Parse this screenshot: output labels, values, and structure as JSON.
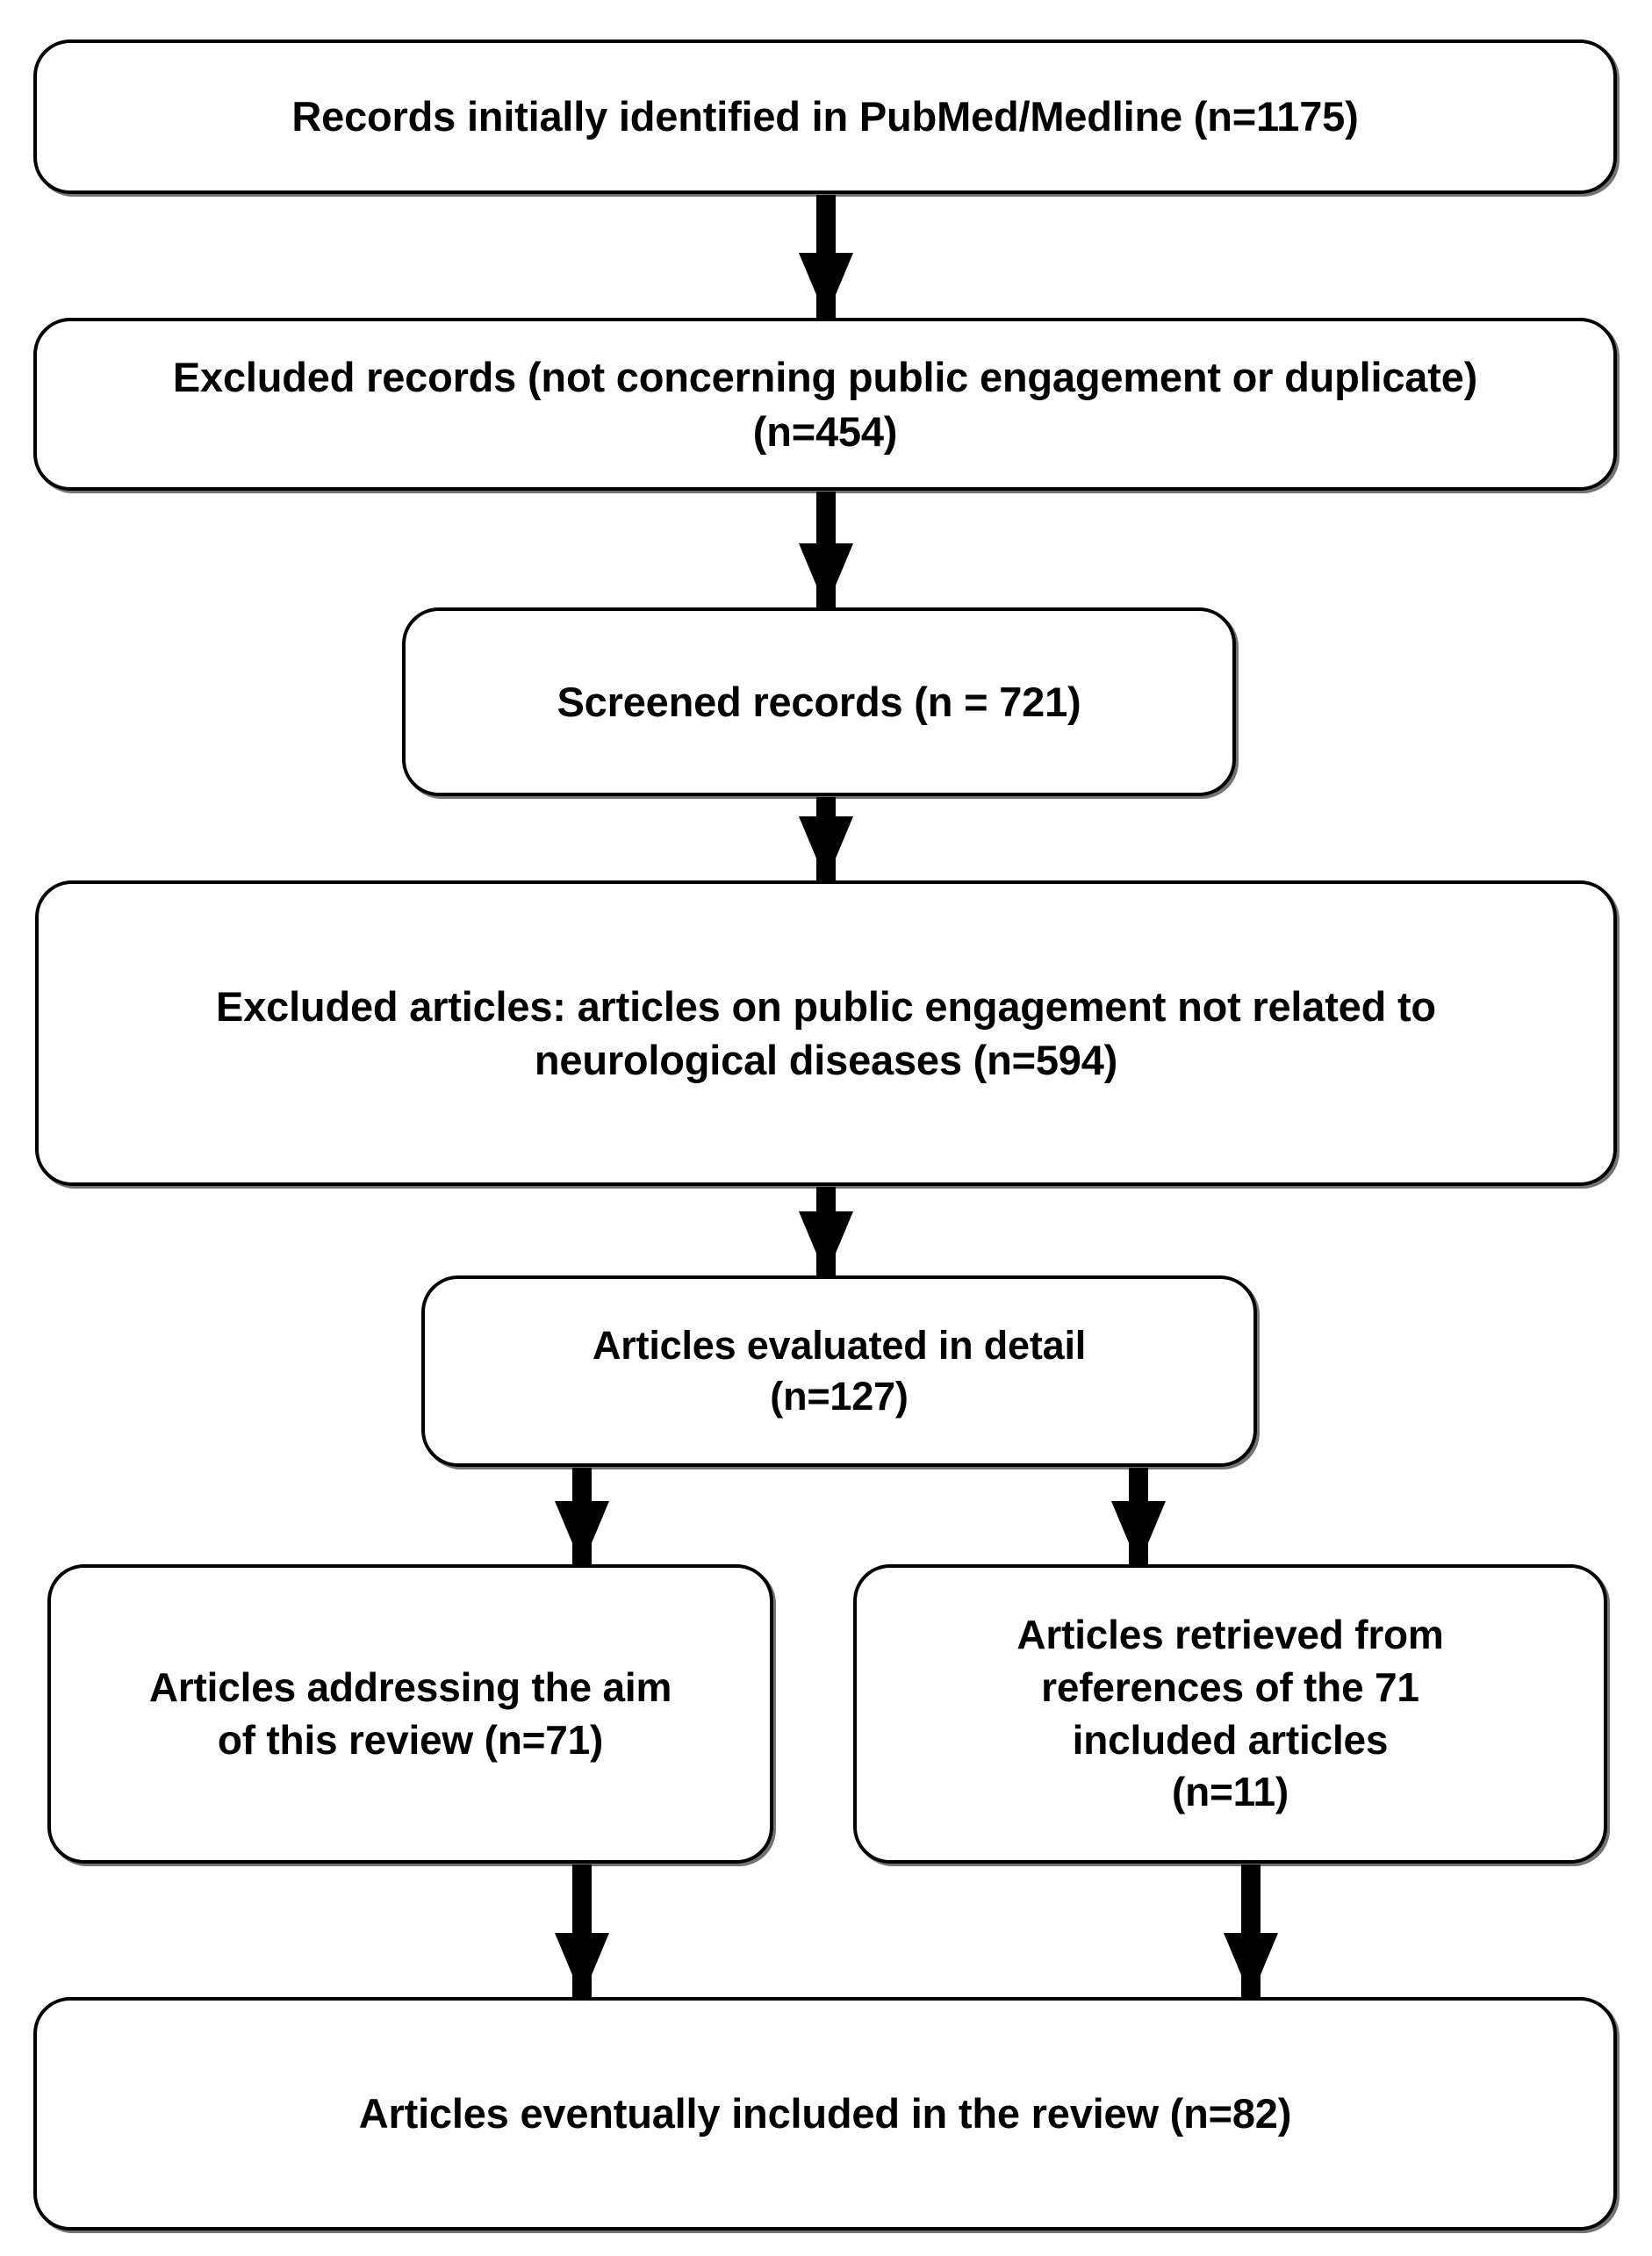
{
  "diagram": {
    "type": "prisma-flowchart",
    "title": "Study selection flow diagram",
    "orientation": "top-to-bottom",
    "colors": {
      "box_fill": "#ffffff",
      "box_border": "#000000",
      "text": "#000000",
      "arrow": "#000000",
      "background": "#ffffff"
    },
    "nodes": [
      {
        "id": "identified",
        "label": "Records initially identified in PubMed/Medline (n=1175)",
        "count": 1175,
        "stage": "identification"
      },
      {
        "id": "excluded-1",
        "label": "Excluded records (not concerning public engagement or duplicate)\n(n=454)",
        "count": 454,
        "stage": "exclusion"
      },
      {
        "id": "screened",
        "label": "Screened records (n = 721)",
        "count": 721,
        "stage": "screening"
      },
      {
        "id": "excluded-2",
        "label": "Excluded articles: articles on public engagement not related to\nneurological diseases  (n=594)",
        "count": 594,
        "stage": "exclusion"
      },
      {
        "id": "evaluated",
        "label": "Articles evaluated in detail\n(n=127)",
        "count": 127,
        "stage": "eligibility"
      },
      {
        "id": "addressing",
        "label": "Articles addressing the aim\nof this review (n=71)",
        "count": 71,
        "stage": "eligibility"
      },
      {
        "id": "retrieved",
        "label": "Articles retrieved from\nreferences of the 71\nincluded articles\n(n=11)",
        "count": 11,
        "stage": "eligibility"
      },
      {
        "id": "included",
        "label": "Articles eventually included in the review (n=82)",
        "count": 82,
        "stage": "included"
      }
    ],
    "edges": [
      {
        "id": "identified-to-excluded-1",
        "from": "identified",
        "to": "excluded-1",
        "style": "arrow"
      },
      {
        "id": "excluded-1-to-screened",
        "from": "excluded-1",
        "to": "screened",
        "style": "arrow"
      },
      {
        "id": "screened-to-excluded-2",
        "from": "screened",
        "to": "excluded-2",
        "style": "arrow"
      },
      {
        "id": "excluded-2-to-evaluated",
        "from": "excluded-2",
        "to": "evaluated",
        "style": "arrow"
      },
      {
        "id": "evaluated-to-addressing",
        "from": "evaluated",
        "to": "addressing",
        "style": "arrow"
      },
      {
        "id": "evaluated-to-retrieved",
        "from": "evaluated",
        "to": "retrieved",
        "style": "arrow"
      },
      {
        "id": "addressing-to-included",
        "from": "addressing",
        "to": "included",
        "style": "arrow"
      },
      {
        "id": "retrieved-to-included",
        "from": "retrieved",
        "to": "included",
        "style": "arrow"
      }
    ]
  }
}
